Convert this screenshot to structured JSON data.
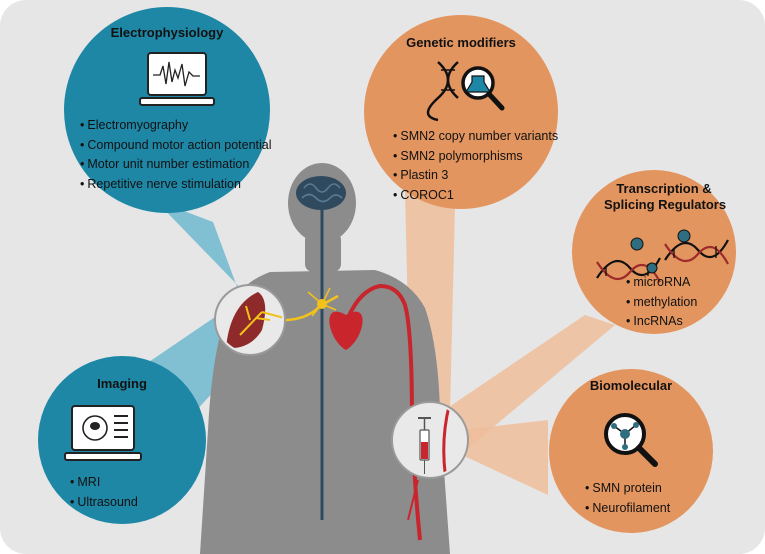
{
  "colors": {
    "background": "#e6e6e6",
    "body": "#8c8c8c",
    "teal_circle": "#1f87a6",
    "teal_beam": "#6fb8cf",
    "orange_circle": "#e3955f",
    "orange_beam": "#efbd9a",
    "artery": "#c8262c",
    "nerve": "#f2c21a"
  },
  "electrophysiology": {
    "title": "Electrophysiology",
    "icon": "monitor-emg-icon",
    "items": [
      "Electromyography",
      "Compound motor action potential",
      "Motor unit number estimation",
      "Repetitive nerve stimulation"
    ]
  },
  "imaging": {
    "title": "Imaging",
    "icon": "monitor-scan-icon",
    "items": [
      "MRI",
      "Ultrasound"
    ]
  },
  "genetic": {
    "title": "Genetic modifiers",
    "icon": "dna-magnifier-icon",
    "items": [
      "SMN2 copy number variants",
      "SMN2 polymorphisms",
      "Plastin 3",
      "COROC1"
    ]
  },
  "transcription": {
    "title_line1": "Transcription &",
    "title_line2": "Splicing Regulators",
    "icon": "dna-strands-icon",
    "items": [
      "microRNA",
      "methylation",
      "IncRNAs"
    ]
  },
  "biomolecular": {
    "title": "Biomolecular",
    "icon": "molecule-magnifier-icon",
    "items": [
      "SMN protein",
      "Neurofilament"
    ]
  }
}
